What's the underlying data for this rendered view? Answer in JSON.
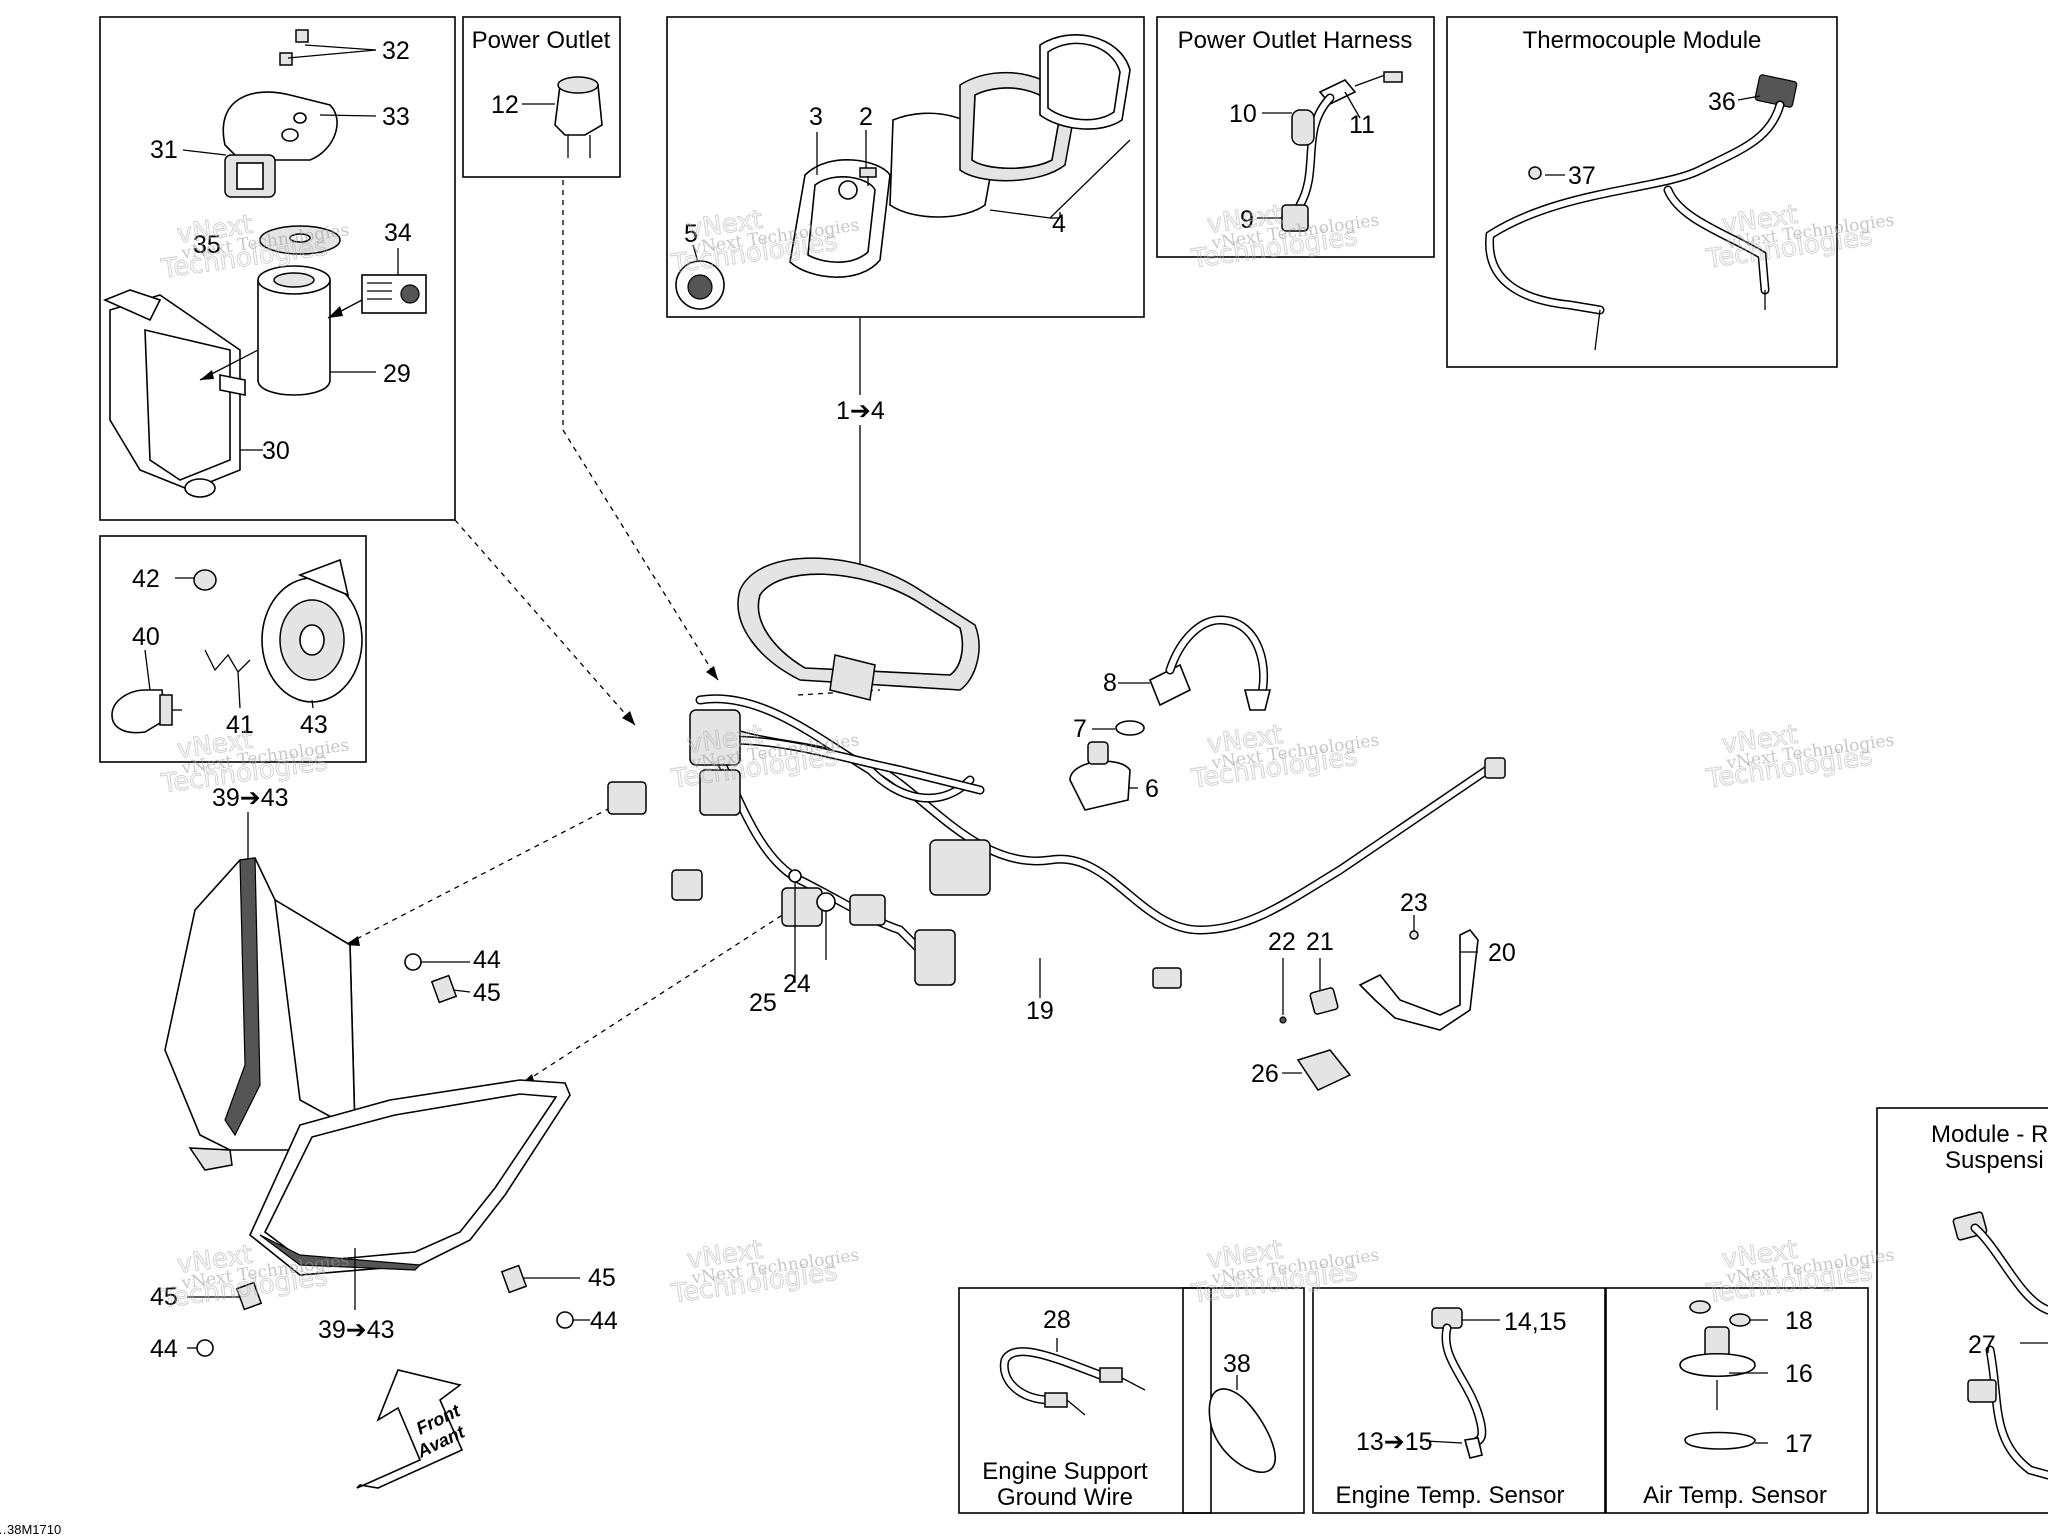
{
  "diagram": {
    "doc_ref": "…38M1710",
    "watermark": {
      "line1": "vNext",
      "line2": "Technologies",
      "line3": "vNext Technologies"
    },
    "front_arrow": {
      "line1": "Front",
      "line2": "Avant"
    },
    "boxes": {
      "power_outlet": "Power Outlet",
      "power_outlet_harness": "Power Outlet Harness",
      "thermocouple_module": "Thermocouple Module",
      "module_rear_line1": "Module - R",
      "module_rear_line2": "Suspensi",
      "engine_support_line1": "Engine Support",
      "engine_support_line2": "Ground Wire",
      "engine_temp_sensor": "Engine Temp. Sensor",
      "air_temp_sensor": "Air Temp. Sensor"
    },
    "callouts": {
      "c1_4": "1➔4",
      "c2": "2",
      "c3": "3",
      "c4": "4",
      "c5": "5",
      "c6": "6",
      "c7": "7",
      "c8": "8",
      "c9": "9",
      "c10": "10",
      "c11": "11",
      "c12": "12",
      "c13_15": "13➔15",
      "c14_15": "14,15",
      "c16": "16",
      "c17": "17",
      "c18": "18",
      "c19": "19",
      "c20": "20",
      "c21": "21",
      "c22": "22",
      "c23": "23",
      "c24": "24",
      "c25": "25",
      "c26": "26",
      "c27": "27",
      "c28": "28",
      "c29": "29",
      "c30": "30",
      "c31": "31",
      "c32": "32",
      "c33": "33",
      "c34": "34",
      "c35": "35",
      "c36": "36",
      "c37": "37",
      "c38": "38",
      "c39_43_a": "39➔43",
      "c39_43_b": "39➔43",
      "c40": "40",
      "c41": "41",
      "c42": "42",
      "c43": "43",
      "c44_a": "44",
      "c44_b": "44",
      "c44_c": "44",
      "c45_a": "45",
      "c45_b": "45",
      "c45_c": "45"
    }
  }
}
